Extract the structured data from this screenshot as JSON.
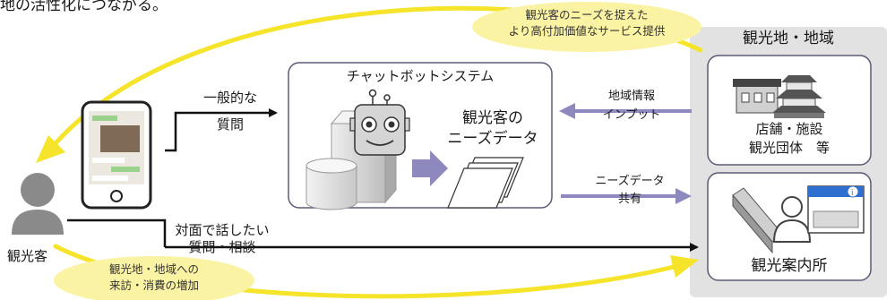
{
  "header": {
    "partial_text": "地の活性化につながる。"
  },
  "bubbles": {
    "top_line1": "観光客のニーズを捉えた",
    "top_line2": "より高付加価値なサービス提供",
    "bottom_line1": "観光地・地域への",
    "bottom_line2": "来訪・消費の増加"
  },
  "tourist": {
    "label": "観光客"
  },
  "flows": {
    "general_q_line1": "一般的な",
    "general_q_line2": "質問",
    "face_q_line1": "対面で話したい",
    "face_q_line2": "質問・相談",
    "regional_line1": "地域情報",
    "regional_line2": "インプット",
    "needs_line1": "ニーズデータ",
    "needs_line2": "共有"
  },
  "chatbot_system": {
    "title": "チャットボットシステム",
    "data_line1": "観光客の",
    "data_line2": "ニーズデータ"
  },
  "region": {
    "title": "観光地・地域",
    "shops_line1": "店舗・施設",
    "shops_line2": "観光団体　等",
    "info_center": "観光案内所"
  },
  "colors": {
    "yellow_arrow": "#f5e42a",
    "bubble_fill": "#fbf3a4",
    "purple_arrow": "#8d88bd",
    "box_stroke": "#5a5a78",
    "region_bg": "#e2e2e2",
    "person": "#8a8a8a"
  }
}
